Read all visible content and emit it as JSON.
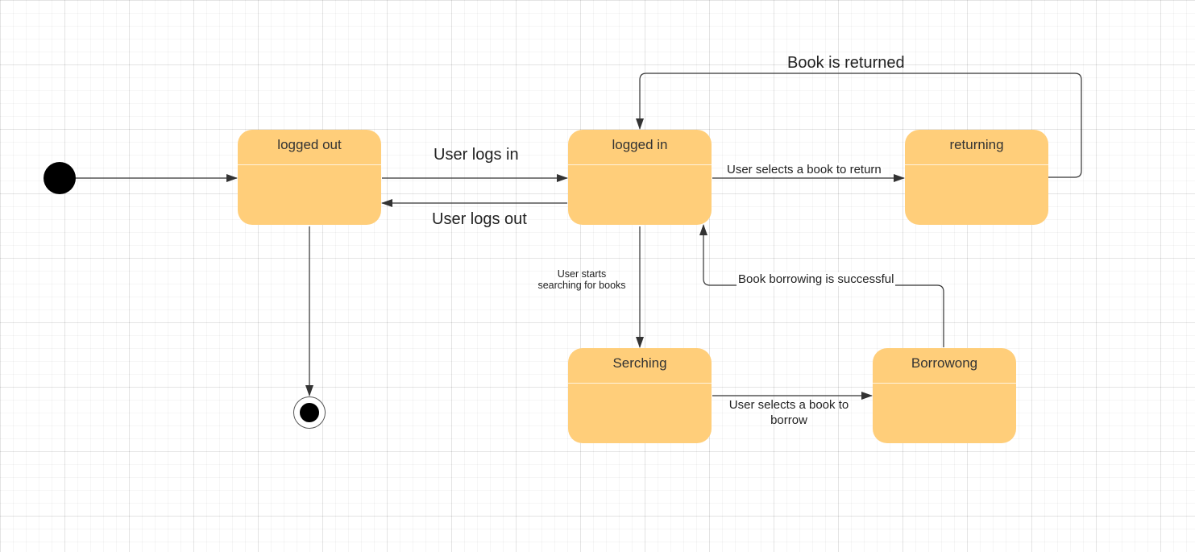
{
  "diagram": {
    "states": {
      "logged_out": "logged out",
      "logged_in": "logged in",
      "returning": "returning",
      "searching": "Serching",
      "borrowing": "Borrowong"
    },
    "transitions": {
      "user_logs_in": "User logs in",
      "user_logs_out": "User  logs out",
      "book_is_returned": "Book is returned",
      "select_book_to_return": "User selects a book to return",
      "starts_searching_line1": "User starts",
      "starts_searching_line2": "searching for books",
      "borrowing_successful": "Book borrowing is successful",
      "select_book_to_borrow_line1": "User selects a book to",
      "select_book_to_borrow_line2": "borrow"
    },
    "colors": {
      "state_fill": "#ffce7a",
      "line": "#333333",
      "node": "#000000"
    }
  }
}
